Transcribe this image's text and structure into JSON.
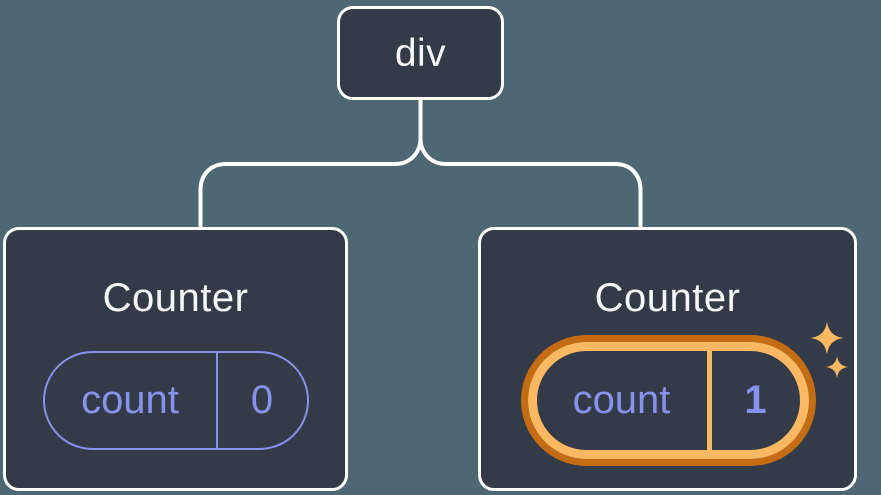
{
  "tree": {
    "root": {
      "label": "div"
    },
    "children": [
      {
        "title": "Counter",
        "state": {
          "key": "count",
          "value": "0"
        },
        "highlighted": false
      },
      {
        "title": "Counter",
        "state": {
          "key": "count",
          "value": "1"
        },
        "highlighted": true
      }
    ]
  },
  "colors": {
    "background": "#4D6872",
    "node_fill": "#333A48",
    "node_border": "#FFFFFF",
    "text": "#F6F7F9",
    "state_accent": "#8891EC",
    "highlight_light": "#FAB862",
    "highlight_dark": "#C46C14",
    "connector": "#FFFFFF"
  },
  "icons": {
    "sparkle": "✦"
  }
}
